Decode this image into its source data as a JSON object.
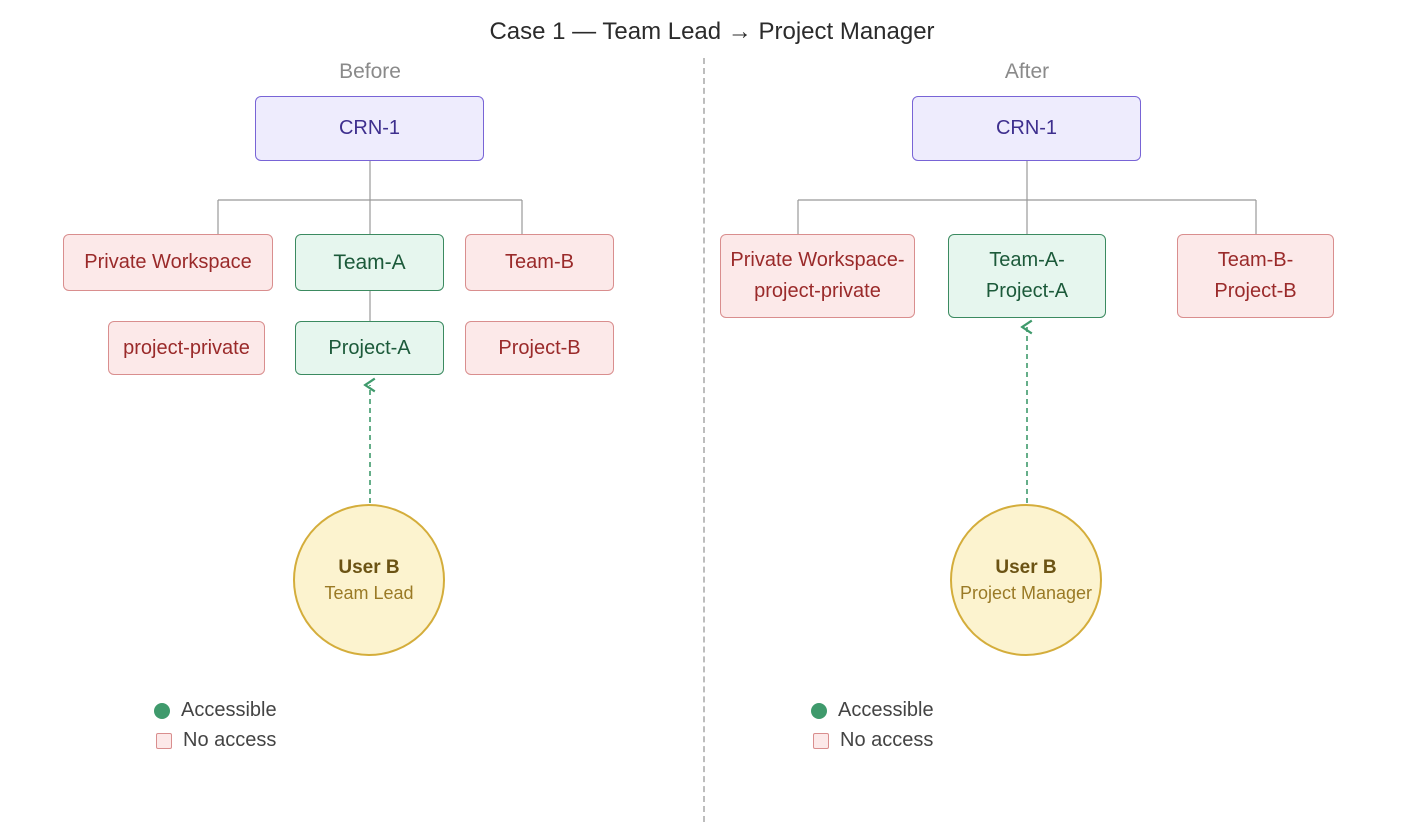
{
  "title": "Case 1 — Team Lead → Project Manager",
  "before": {
    "label": "Before",
    "root": "CRN-1",
    "nodes": {
      "private_workspace": "Private Workspace",
      "team_a": "Team-A",
      "team_b": "Team-B",
      "project_private": "project-private",
      "project_a": "Project-A",
      "project_b": "Project-B"
    },
    "user": {
      "name": "User B",
      "role": "Team Lead"
    }
  },
  "after": {
    "label": "After",
    "root": "CRN-1",
    "nodes": {
      "private_workspace": "Private Workspace-\nproject-private",
      "team_a": "Team-A-\nProject-A",
      "team_b": "Team-B-\nProject-B"
    },
    "user": {
      "name": "User B",
      "role": "Project Manager"
    }
  },
  "legend": {
    "accessible": "Accessible",
    "no_access": "No access"
  },
  "colors": {
    "root_fill": "#eeecfd",
    "accessible_fill": "#e6f6ee",
    "no_access_fill": "#fce9e9",
    "user_fill": "#fcf3cf",
    "accessible_arrow": "#3f9a6c"
  }
}
